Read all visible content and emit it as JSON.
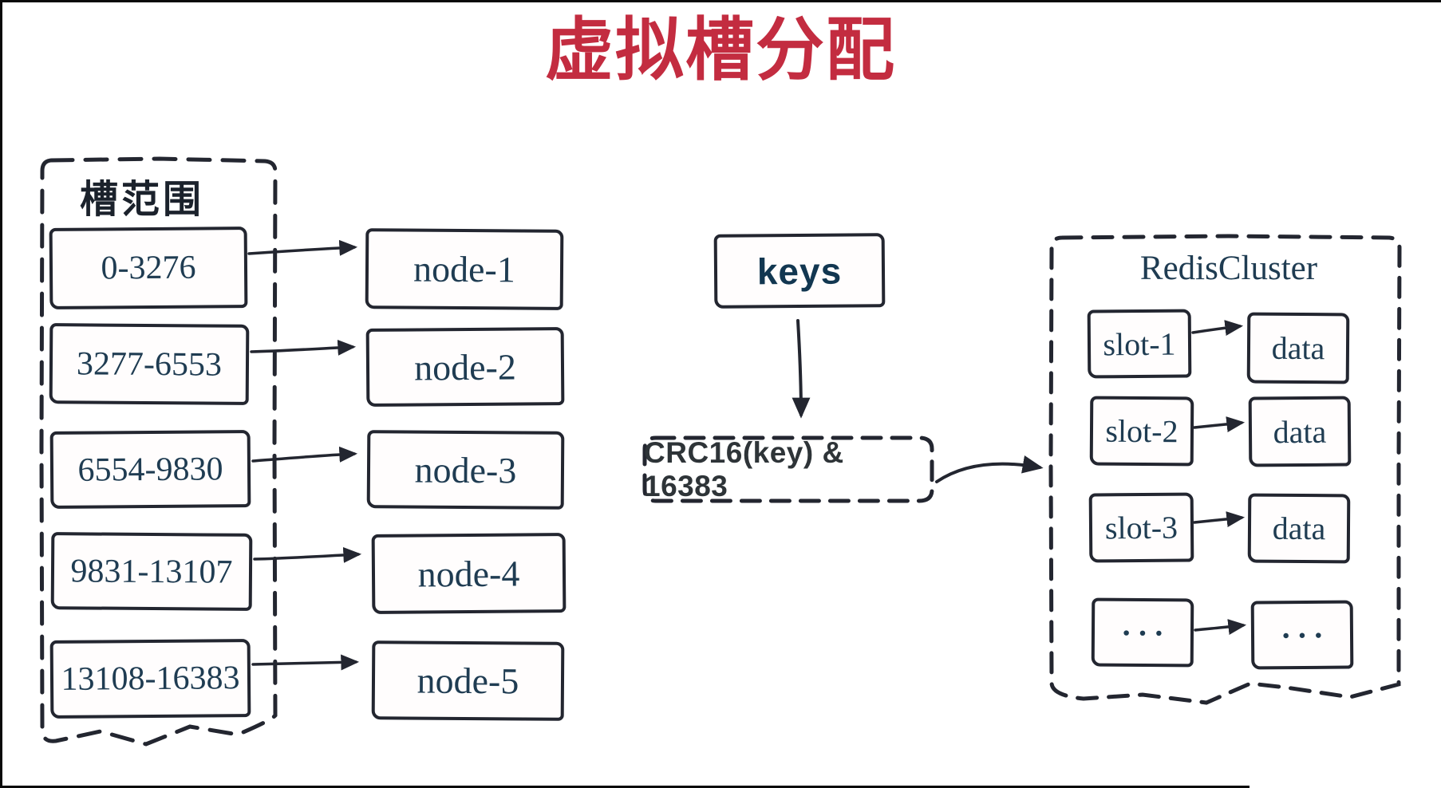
{
  "title": "虚拟槽分配",
  "slot_panel": {
    "label": "槽范围",
    "ranges": [
      "0-3276",
      "3277-6553",
      "6554-9830",
      "9831-13107",
      "13108-16383"
    ]
  },
  "nodes": {
    "labels": [
      "node-1",
      "node-2",
      "node-3",
      "node-4",
      "node-5"
    ]
  },
  "hashing": {
    "keys_label": "keys",
    "formula": "CRC16(key) & 16383"
  },
  "cluster": {
    "label": "RedisCluster",
    "rows": [
      {
        "slot": "slot-1",
        "data": "data"
      },
      {
        "slot": "slot-2",
        "data": "data"
      },
      {
        "slot": "slot-3",
        "data": "data"
      },
      {
        "slot": "···",
        "data": "···"
      }
    ]
  },
  "colors": {
    "title_red": "#c32c40",
    "ink": "#232630",
    "serif_text": "#1f3c52",
    "background": "#ffffff"
  }
}
